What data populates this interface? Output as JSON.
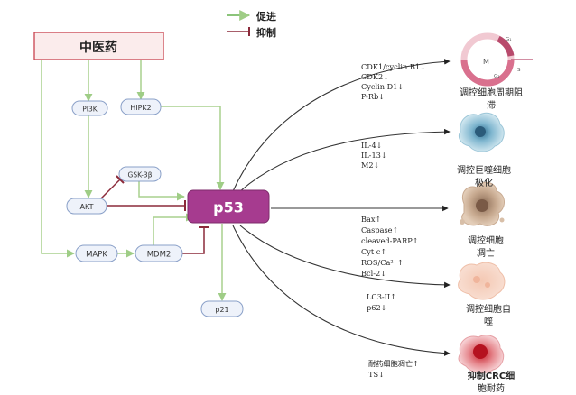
{
  "legend": {
    "promote_label": "促进",
    "inhibit_label": "抑制",
    "promote_color": "#8bc47a",
    "inhibit_color": "#8b2a3a"
  },
  "nodes": {
    "tcm": "中医药",
    "pi3k": "PI3K",
    "hipk2": "HIPK2",
    "gsk3b": "GSK-3β",
    "akt": "AKT",
    "p53": "p53",
    "mapk": "MAPK",
    "mdm2": "MDM2",
    "p21": "p21"
  },
  "pathways": [
    {
      "markers": [
        "CDK1/cyclin B1↓",
        "CDK2↓",
        "Cyclin D1↓",
        "P-Rb↓"
      ],
      "outcome": [
        "调控细胞周期阻",
        "滞"
      ]
    },
    {
      "markers": [
        "IL-4↓",
        "IL-13↓",
        "M2↓"
      ],
      "outcome": [
        "调控巨噬细胞",
        "极化"
      ]
    },
    {
      "markers": [
        "Bax↑",
        "Caspase↑",
        "cleaved-PARP↑",
        "Cyt c↑",
        "ROS/Ca²⁺↑",
        "Bcl-2↓"
      ],
      "outcome": [
        "调控细胞",
        "凋亡"
      ]
    },
    {
      "markers": [
        "LC3-II↑",
        "p62↓"
      ],
      "outcome": [
        "调控细胞自",
        "噬"
      ]
    },
    {
      "markers": [
        "耐药细胞凋亡↑",
        "TS↓"
      ],
      "outcome": [
        "抑制CRC细",
        "胞耐药"
      ]
    }
  ],
  "cell_cycle_labels": {
    "m": "M",
    "g1": "G₁",
    "g2": "G₂",
    "s": "S"
  },
  "colors": {
    "p53_fill": "#a63b8f",
    "tcm_border": "#c9434f",
    "tcm_fill": "#fbecec",
    "node_fill": "#eef2fa",
    "node_border": "#8aa0c8",
    "promote_arrow": "#a9d18e",
    "inhibit_line": "#8b2a3a",
    "curve": "#333333"
  }
}
